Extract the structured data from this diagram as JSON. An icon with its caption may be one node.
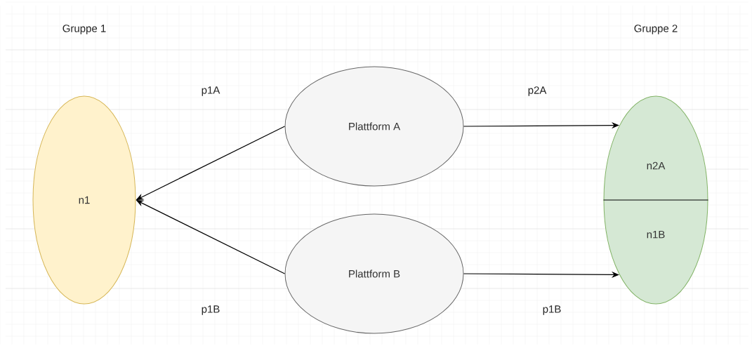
{
  "diagram": {
    "nodes": [
      {
        "text": [
          "n1"
        ]
      },
      {
        "text": [
          "Plattform A"
        ]
      },
      {
        "text": [
          "Plattform B"
        ]
      },
      {
        "text": [
          "n2A",
          "n1B"
        ]
      }
    ],
    "edges": [
      {
        "from": 1,
        "to": 0,
        "arrow": "to"
      },
      {
        "from": 2,
        "to": 0,
        "arrow": "to"
      },
      {
        "from": 1,
        "to": 3,
        "arrow": "to"
      },
      {
        "from": 2,
        "to": 3,
        "arrow": "to"
      }
    ],
    "labels": [
      "Gruppe 1",
      "Gruppe 2",
      "p1A",
      "p2A",
      "p1B",
      "p1B"
    ]
  }
}
